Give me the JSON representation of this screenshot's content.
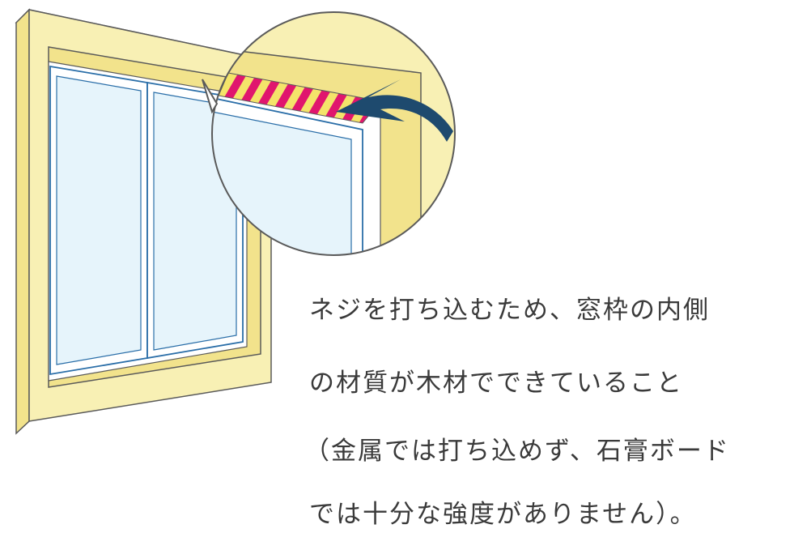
{
  "caption": {
    "lines": [
      "ネジを打ち込むため、窓枠の内側",
      "の材質が木材でできていること",
      "（金属では打ち込めず、石膏ボード",
      "では十分な強度がありません）。"
    ]
  },
  "colors": {
    "frame": "#f8f0b4",
    "frame_shadow": "#f2e38c",
    "glass": "#e6f4fb",
    "sash_line": "#2a6ea8",
    "tape_magenta": "#e0166e",
    "tape_yellow": "#f4e46a",
    "arrow": "#1e4a6e",
    "outline": "#5a5a5a"
  }
}
